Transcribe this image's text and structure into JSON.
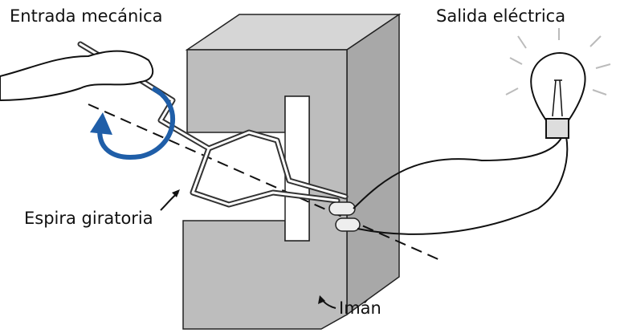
{
  "labels": {
    "input": "Entrada mecánica",
    "output": "Salida eléctrica",
    "loop": "Espira giratoria",
    "magnet": "Imán"
  },
  "colors": {
    "magnet_front": "#bdbdbd",
    "magnet_side": "#a8a8a8",
    "magnet_top": "#d6d6d6",
    "rotation_arrow": "#1f5ea8",
    "wire": "#111111"
  }
}
